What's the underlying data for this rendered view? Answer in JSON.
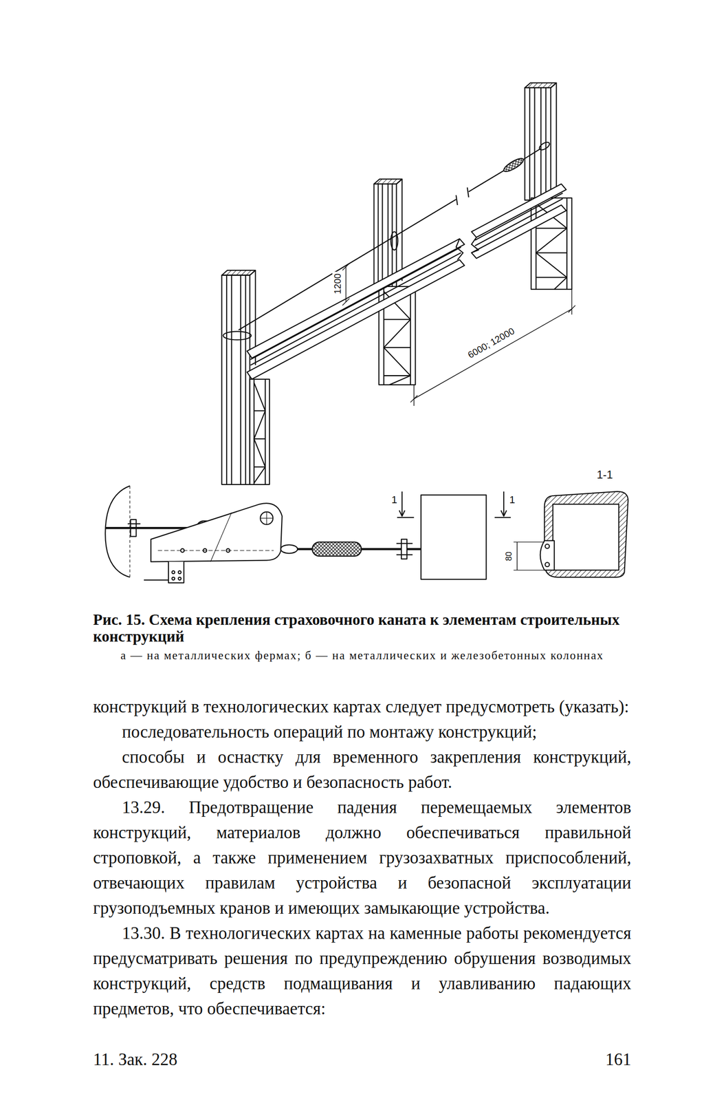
{
  "diagram": {
    "caption": "Рис. 15. Схема крепления страховочного каната к элементам строительных конструкций",
    "labels": [
      "1200",
      "6000; 12000",
      "1-1",
      "1",
      "1",
      "80",
      "а — на металлических фермах; б — на металлических и железобетонных колоннах",
      "конструкций в технологических картах следует предусмотреть (указать):",
      "последовательность операций по монтажу конструкций;",
      "способы и оснастку для временного закрепления конструкций, обеспечивающие удобство и безопасность работ.",
      "13.29. Предотвращение падения перемещаемых элементов конструкций, материалов должно обеспечиваться правильной строповкой, а также применением грузозахватных приспособлений, отвечающих правилам устройства и безопасной эксплуатации грузоподъемных кранов и имеющих замыкающие устройства.",
      "13.30. В технологических картах на каменные работы рекомендуется предусматривать решения по предупреждению обрушения возводимых конструкций, средств подмащивания и улавливанию падающих предметов, что обеспечивается:",
      "11. Зак. 228",
      "161"
    ]
  }
}
